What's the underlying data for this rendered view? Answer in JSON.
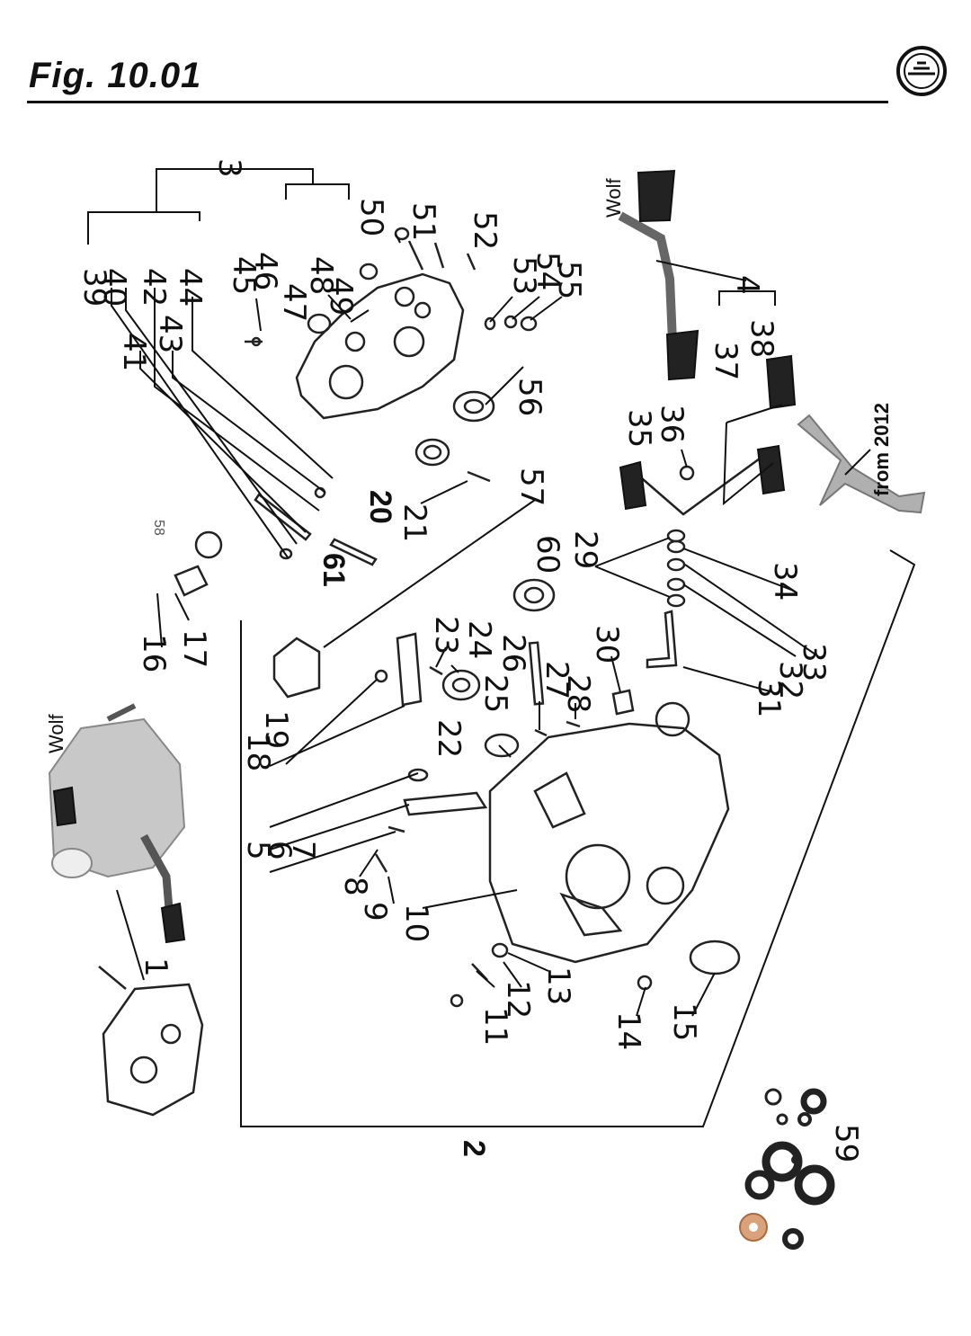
{
  "header": {
    "title": "Fig. 10.01"
  },
  "notes": {
    "wolf_top": "Wolf",
    "wolf_left": "Wolf",
    "from_year": "from 2012",
    "small_58": "58"
  },
  "group_labels": [
    "3",
    "2",
    "4"
  ],
  "part_numbers": [
    "1",
    "5",
    "6",
    "7",
    "8",
    "9",
    "10",
    "11",
    "12",
    "13",
    "14",
    "15",
    "16",
    "17",
    "18",
    "19",
    "20",
    "21",
    "22",
    "23",
    "24",
    "25",
    "26",
    "27",
    "28",
    "29",
    "30",
    "31",
    "32",
    "33",
    "34",
    "35",
    "36",
    "37",
    "38",
    "39",
    "40",
    "41",
    "42",
    "43",
    "44",
    "45",
    "46",
    "47",
    "48",
    "49",
    "50",
    "51",
    "52",
    "53",
    "54",
    "55",
    "56",
    "57",
    "59",
    "60",
    "61"
  ]
}
